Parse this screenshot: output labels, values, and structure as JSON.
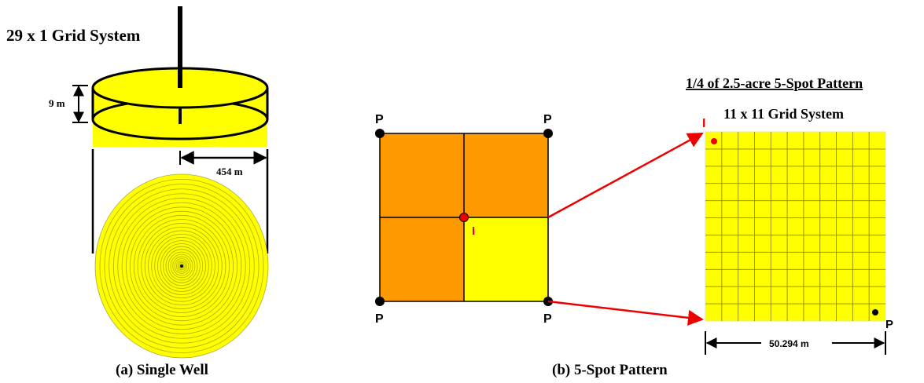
{
  "left_panel": {
    "grid_title": "29 x 1 Grid System",
    "thickness_label": "9 m",
    "radius_label": "454 m",
    "caption": "(a) Single Well",
    "ring_count": 29
  },
  "right_panel": {
    "pattern_title": "1/4 of 2.5-acre 5-Spot Pattern",
    "grid_title": "11 x 11 Grid System",
    "width_label": "50.294 m",
    "caption": "(b) 5-Spot Pattern",
    "grid_n": 11
  },
  "pattern": {
    "producer_label": "P",
    "injector_label": "I"
  },
  "colors": {
    "yellow": "#ffff00",
    "orange": "#ff9900",
    "red": "#ee0000",
    "black": "#000000"
  }
}
